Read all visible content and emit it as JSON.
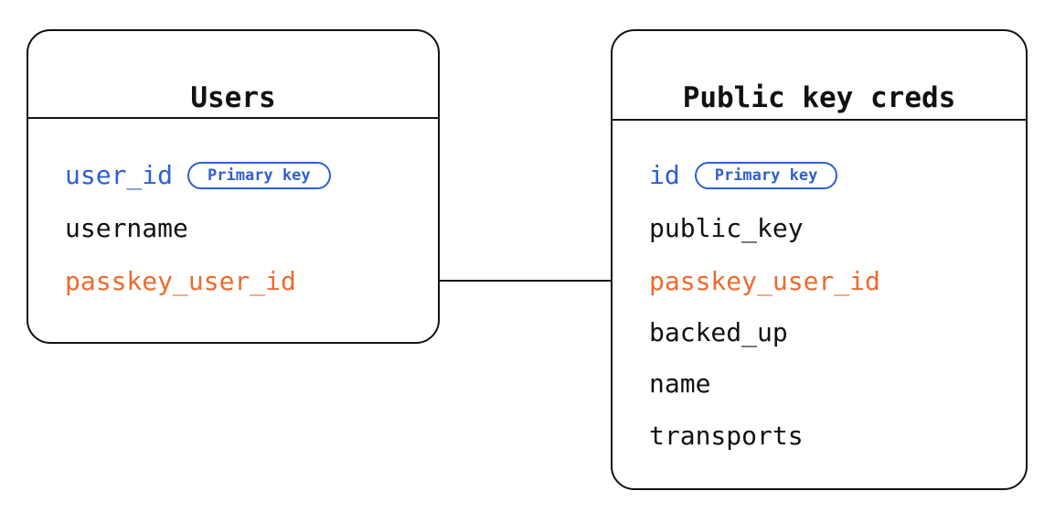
{
  "diagram": {
    "type": "entity-relationship-diagram",
    "background_color": "#ffffff",
    "colors": {
      "border": "#121212",
      "text": "#111111",
      "primary_key": "#2f5fd0",
      "foreign_key": "#ee6a2e",
      "badge_border": "#2f5fd0"
    },
    "entities": [
      {
        "id": "users",
        "title": "Users",
        "fields": [
          {
            "name": "user_id",
            "role": "key",
            "badge": "Primary key"
          },
          {
            "name": "username",
            "role": "plain",
            "badge": null
          },
          {
            "name": "passkey_user_id",
            "role": "fk",
            "badge": null
          }
        ]
      },
      {
        "id": "public-key-creds",
        "title": "Public key creds",
        "fields": [
          {
            "name": "id",
            "role": "key",
            "badge": "Primary key"
          },
          {
            "name": "public_key",
            "role": "plain",
            "badge": null
          },
          {
            "name": "passkey_user_id",
            "role": "fk",
            "badge": null
          },
          {
            "name": "backed_up",
            "role": "plain",
            "badge": null
          },
          {
            "name": "name",
            "role": "plain",
            "badge": null
          },
          {
            "name": "transports",
            "role": "plain",
            "badge": null
          }
        ]
      }
    ],
    "relationships": [
      {
        "from_entity": "users",
        "from_field": "passkey_user_id",
        "to_entity": "public-key-creds",
        "to_field": "passkey_user_id"
      }
    ]
  }
}
